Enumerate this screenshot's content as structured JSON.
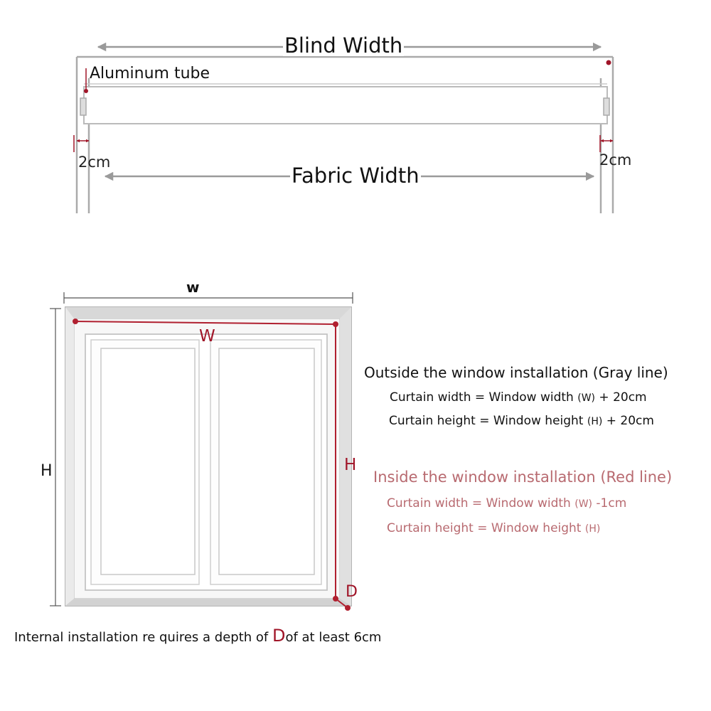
{
  "colors": {
    "outline": "#aaaaaa",
    "red_line": "#b02030",
    "red_text": "#b86a70",
    "dark_text": "#111111"
  },
  "top_diagram": {
    "blind_width": "Blind Width",
    "aluminum_tube": "Aluminum tube",
    "gap_left": "2cm",
    "gap_right": "2cm",
    "fabric_width": "Fabric Width"
  },
  "window_diagram": {
    "outer_width": "w",
    "inner_width": "W",
    "outer_height": "H",
    "inner_height": "H",
    "depth": "D"
  },
  "outside_installation": {
    "title": "Outside the window installation (Gray line)",
    "width_formula_pre": "Curtain width = Window width ",
    "width_formula_var": "(W)",
    "width_formula_post": " + 20cm",
    "height_formula_pre": "Curtain height = Window height ",
    "height_formula_var": "(H)",
    "height_formula_post": " + 20cm"
  },
  "inside_installation": {
    "title": "Inside the window installation (Red line)",
    "width_formula_pre": "Curtain width = Window width ",
    "width_formula_var": "(W)",
    "width_formula_post": " -1cm",
    "height_formula_pre": "Curtain height = Window height ",
    "height_formula_var": "(H)"
  },
  "footer": {
    "pre": "Internal installation re quires a depth of ",
    "depth_letter": "D",
    "post": "of at least 6cm"
  }
}
